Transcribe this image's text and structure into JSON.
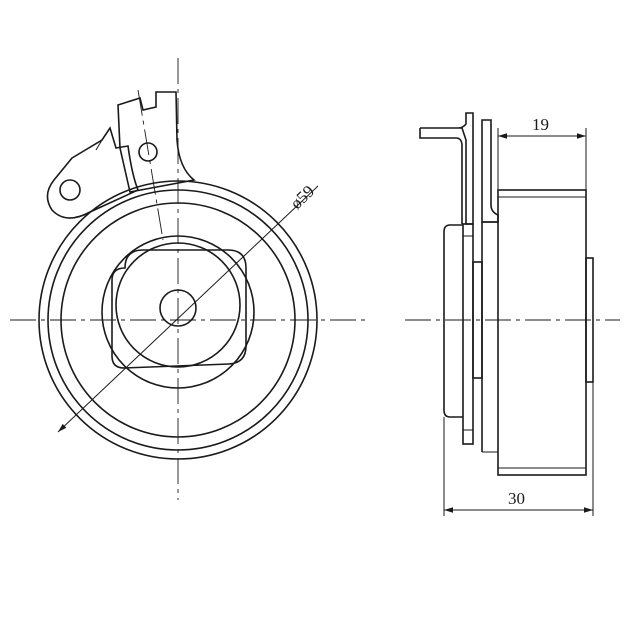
{
  "dimensions": {
    "diameter_label": "ø59",
    "top_width_label": "19",
    "total_width_label": "30"
  }
}
